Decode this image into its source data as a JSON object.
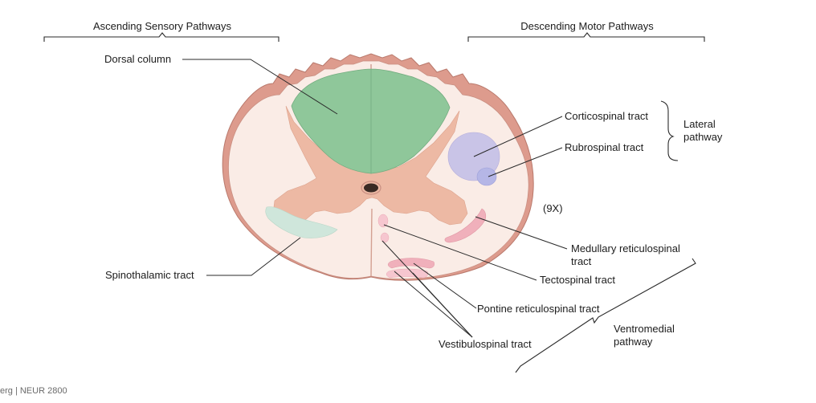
{
  "headers": {
    "ascending": "Ascending Sensory Pathways",
    "descending": "Descending Motor Pathways"
  },
  "labels": {
    "dorsal_column": "Dorsal column",
    "spinothalamic": "Spinothalamic tract",
    "corticospinal": "Corticospinal tract",
    "rubrospinal": "Rubrospinal tract",
    "lateral_line1": "Lateral",
    "lateral_line2": "pathway",
    "magnification": "(9X)",
    "medullary_line1": "Medullary reticulospinal",
    "medullary_line2": "tract",
    "tectospinal": "Tectospinal tract",
    "pontine": "Pontine reticulospinal tract",
    "vestibulospinal": "Vestibulospinal tract",
    "ventromedial_line1": "Ventromedial",
    "ventromedial_line2": "pathway"
  },
  "footer": "erg | NEUR 2800",
  "colors": {
    "background": "#ffffff",
    "white_matter": "#faece6",
    "gray_matter": "#edb9a4",
    "pia_rim": "#dd9b8d",
    "dorsal_column": "#8fc79a",
    "corticospinal": "#c9c4e7",
    "rubrospinal": "#b5b6e6",
    "spinothalamic": "#cfe6db",
    "reticulospinal": "#f0b0bb",
    "tract_pink_light": "#f6c6cf"
  }
}
